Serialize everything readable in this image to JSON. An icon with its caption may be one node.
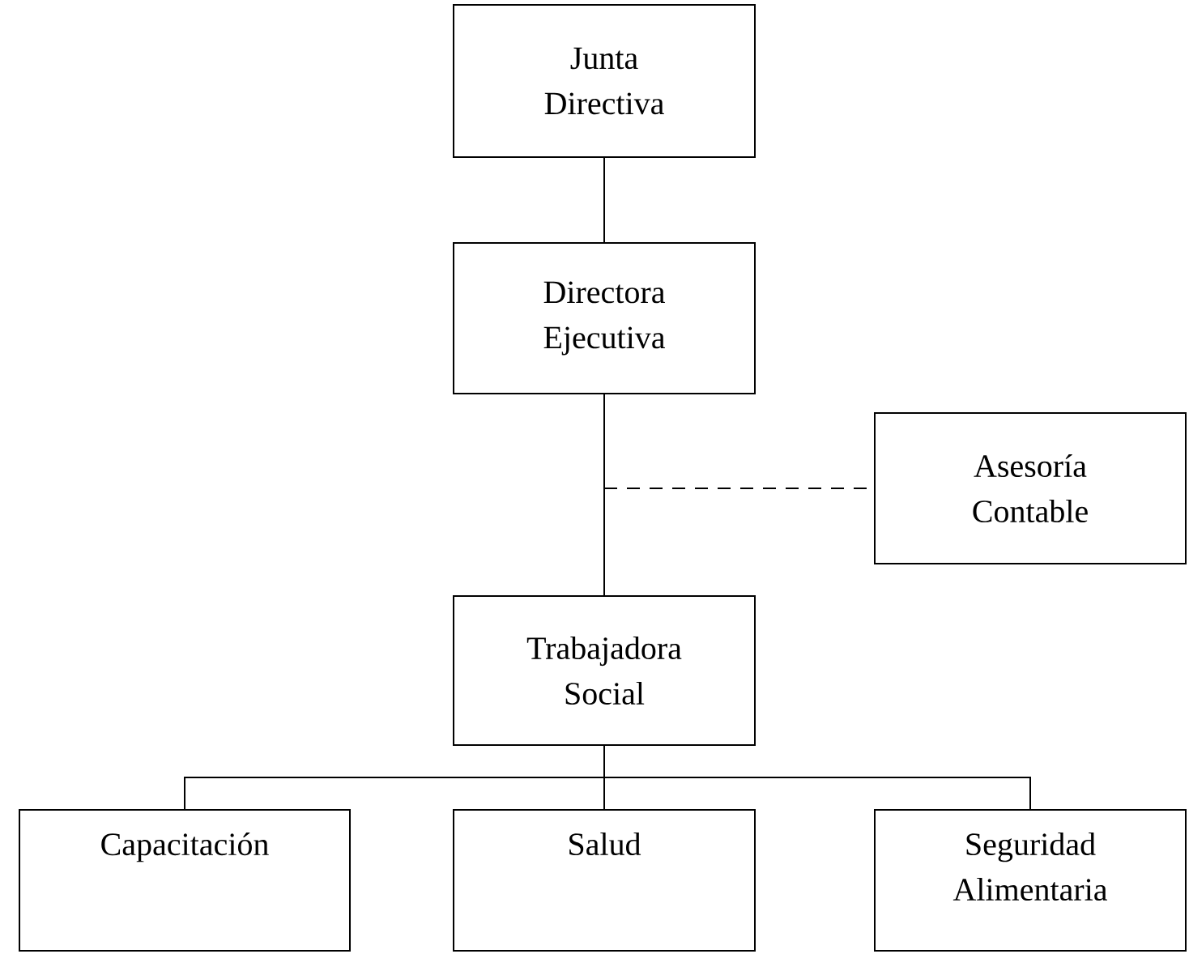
{
  "diagram": {
    "nodes": [
      {
        "text": [
          "Junta Directiva"
        ]
      },
      {
        "text": [
          "Directora Ejecutiva"
        ]
      },
      {
        "text": [
          "Asesoría Contable"
        ]
      },
      {
        "text": [
          "Trabajadora Social"
        ]
      },
      {
        "text": [
          "Capacitación"
        ]
      },
      {
        "text": [
          "Salud"
        ]
      },
      {
        "text": [
          "Seguridad Alimentaria"
        ]
      }
    ],
    "edges": [
      {
        "from": 0,
        "to": 1,
        "arrow": "none"
      },
      {
        "from": 1,
        "to": 3,
        "arrow": "none"
      },
      {
        "from": 1,
        "to": 2,
        "arrow": "none",
        "style": "dashed"
      },
      {
        "from": 3,
        "to": 4,
        "arrow": "none"
      },
      {
        "from": 3,
        "to": 5,
        "arrow": "none"
      },
      {
        "from": 3,
        "to": 6,
        "arrow": "none"
      }
    ]
  }
}
